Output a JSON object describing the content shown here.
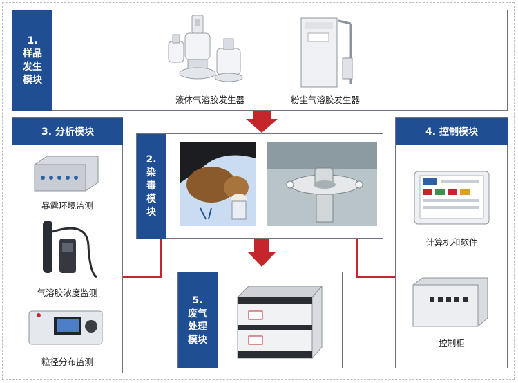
{
  "modules": {
    "sample": {
      "number": "1.",
      "title_lines": [
        "样品",
        "发生",
        "模块"
      ]
    },
    "analysis": {
      "title": "3. 分析模块"
    },
    "exposure": {
      "number": "2.",
      "title_lines": [
        "染",
        "毒",
        "模",
        "块"
      ]
    },
    "control": {
      "title": "4. 控制模块"
    },
    "waste": {
      "number": "5.",
      "title_lines": [
        "废气",
        "处理",
        "模块"
      ]
    }
  },
  "devices": {
    "liquid_generator": "液体气溶胶发生器",
    "powder_generator": "粉尘气溶胶发生器",
    "exposure_monitor": "暴露环境监测",
    "aerosol_concentration_monitor": "气溶胶浓度监测",
    "particle_size_monitor": "粒径分布监测",
    "computer_software": "计算机和软件",
    "control_cabinet": "控制柜"
  },
  "colors": {
    "tag_blue": "#1f4e93",
    "arrow_red": "#c5262c",
    "panel_border": "#6d727c"
  }
}
